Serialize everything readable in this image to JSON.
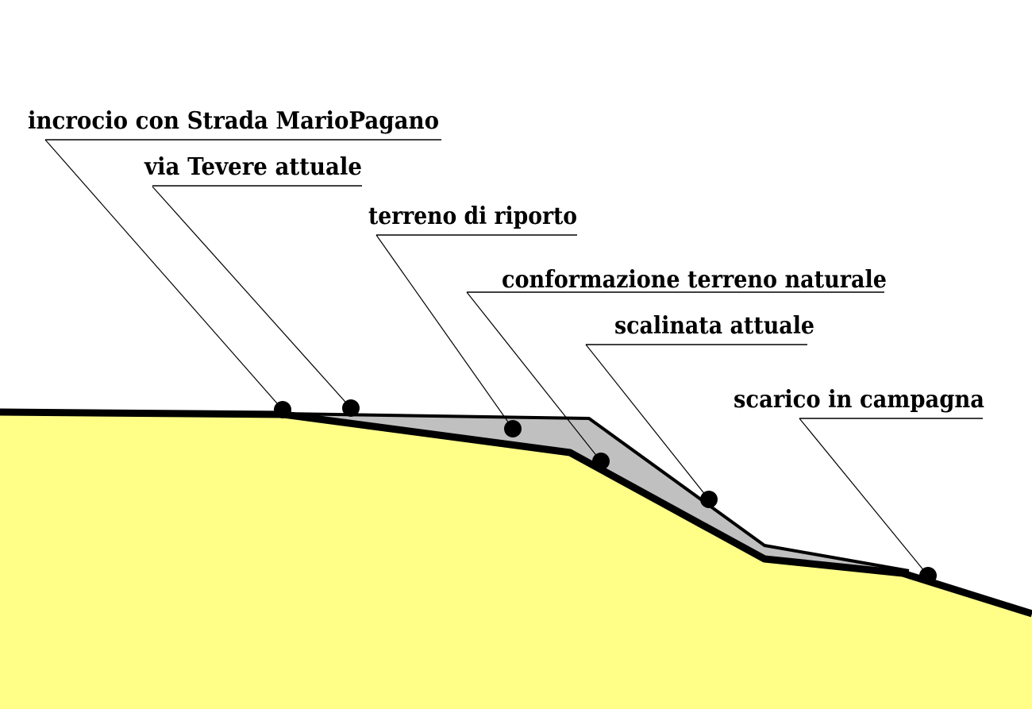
{
  "colors": {
    "background": "#ffffff",
    "natural_ground": "#ffff88",
    "fill_terrain": "#c0c0c0",
    "outline": "#000000"
  },
  "labels": {
    "crossing": "incrocio con Strada MarioPagano",
    "via_tevere": "via Tevere attuale",
    "fill": "terreno di riporto",
    "natural_terrain": "conformazione terreno naturale",
    "staircase": "scalinata attuale",
    "outlet": "scarico in campagna"
  }
}
